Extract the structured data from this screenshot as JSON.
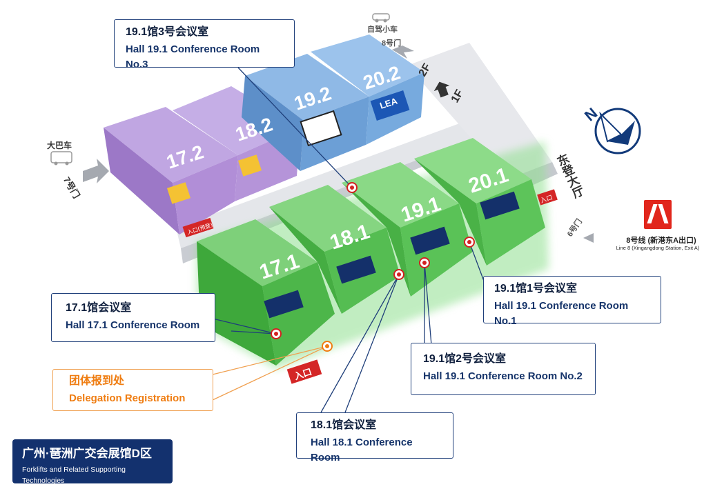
{
  "halls": {
    "h17_2": "17.2",
    "h18_2": "18.2",
    "h19_2": "19.2",
    "h20_2": "20.2",
    "h17_1": "17.1",
    "h18_1": "18.1",
    "h19_1": "19.1",
    "h20_1": "20.1",
    "lea_logo": "LEA"
  },
  "floors": {
    "upper": "2F",
    "lower": "1F"
  },
  "labels": {
    "private_car": "自驾小车",
    "gate8": "8号门",
    "bus": "大巴车",
    "gate7": "7号门",
    "gate6": "6号门",
    "east_hall": "东登大厅",
    "entrance": "入口",
    "entrance_gate": "入口",
    "entrance_east": "入口",
    "entrance_side": "入口(预登)"
  },
  "metro": {
    "line_zh": "8号线 (新港东A出口)",
    "line_en": "Line 8 (Xingangdong Station, Exit A)"
  },
  "callouts": {
    "room_19_1_no3": {
      "zh": "19.1馆3号会议室",
      "en": "Hall 19.1 Conference Room No.3"
    },
    "room_19_1_no1": {
      "zh": "19.1馆1号会议室",
      "en": "Hall 19.1 Conference Room No.1"
    },
    "room_19_1_no2": {
      "zh": "19.1馆2号会议室",
      "en": "Hall 19.1 Conference Room No.2"
    },
    "room_17_1": {
      "zh": "17.1馆会议室",
      "en": "Hall 17.1 Conference Room"
    },
    "room_18_1": {
      "zh": "18.1馆会议室",
      "en": "Hall 18.1 Conference Room"
    },
    "registration": {
      "zh": "团体报到处",
      "en": "Delegation Registration"
    }
  },
  "legend": {
    "title": "广州·琶洲广交会展馆D区",
    "subtitle": "Forklifts and Related Supporting Technologies"
  },
  "compass": {
    "north": "N"
  },
  "colors": {
    "green_hall": "#4fbf4f",
    "purple_hall": "#a07cc8",
    "blue_hall": "#5b9bd5",
    "callout_border": "#1f3f7a",
    "registration": "#ef7d12",
    "metro_red": "#e1261c",
    "marker_red": "#d32020"
  }
}
